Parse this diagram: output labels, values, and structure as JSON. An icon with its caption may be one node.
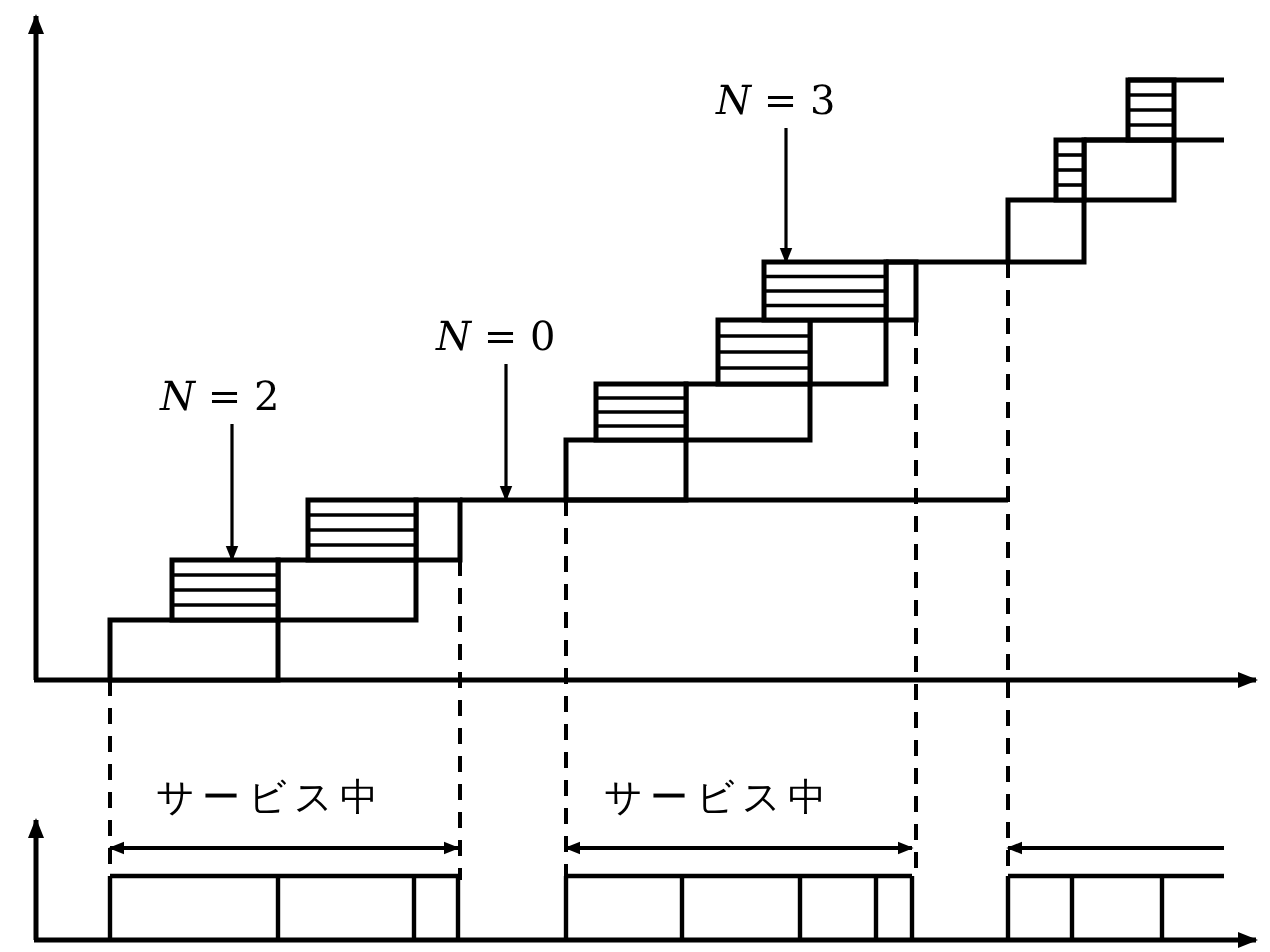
{
  "diagram": {
    "nodes": [
      {
        "text": [
          "*N* = 2"
        ]
      },
      {
        "text": [
          "*N* = 0"
        ]
      },
      {
        "text": [
          "*N* = 3"
        ]
      }
    ],
    "edges": [
      {
        "from": 0,
        "to": null,
        "arrow": "to"
      },
      {
        "from": 1,
        "to": null,
        "arrow": "to"
      },
      {
        "from": 2,
        "to": null,
        "arrow": "to"
      }
    ],
    "labels": [
      "サービス中",
      "サービス中"
    ]
  }
}
